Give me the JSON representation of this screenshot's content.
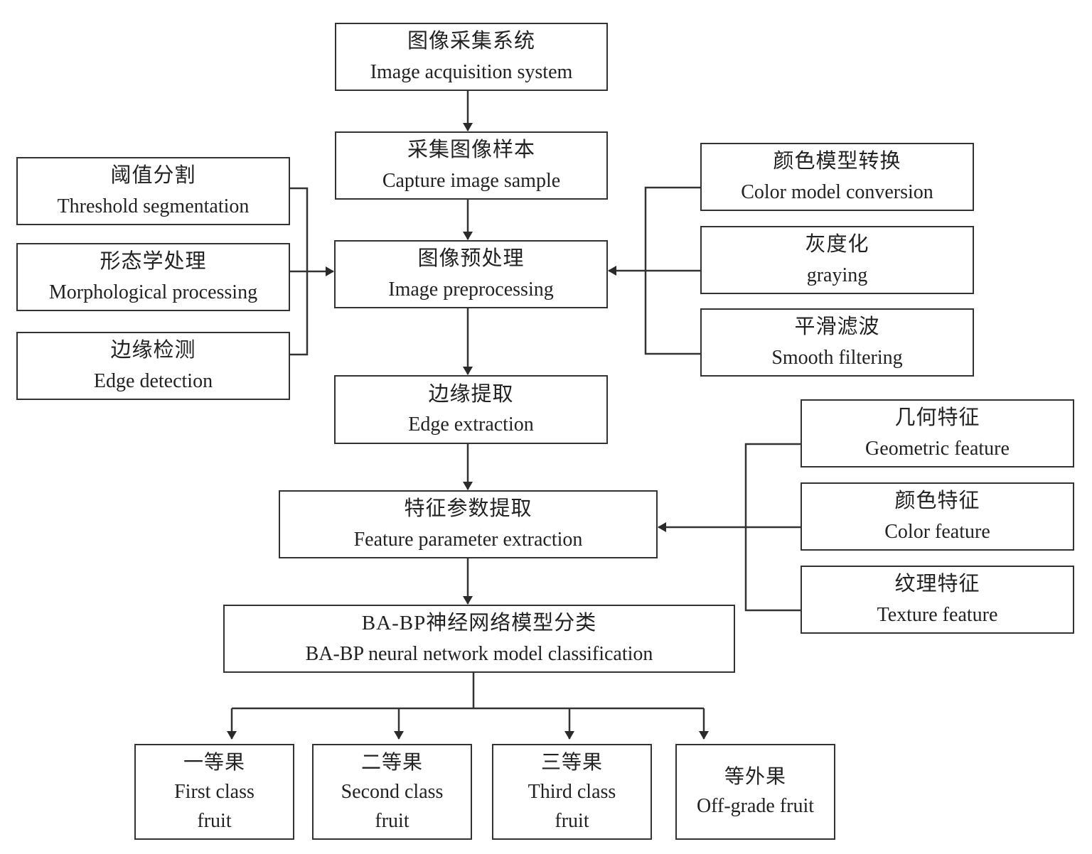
{
  "diagram": {
    "main_flow": [
      {
        "id": "acquisition",
        "zh": "图像采集系统",
        "en": "Image acquisition system"
      },
      {
        "id": "capture",
        "zh": "采集图像样本",
        "en": "Capture image sample"
      },
      {
        "id": "preprocessing",
        "zh": "图像预处理",
        "en": "Image preprocessing"
      },
      {
        "id": "edge_extraction",
        "zh": "边缘提取",
        "en": "Edge extraction"
      },
      {
        "id": "feature_extraction",
        "zh": "特征参数提取",
        "en": "Feature parameter extraction"
      },
      {
        "id": "classification",
        "zh": "BA-BP神经网络模型分类",
        "en": "BA-BP neural network model classification"
      }
    ],
    "left_group": [
      {
        "id": "threshold",
        "zh": "阈值分割",
        "en": "Threshold segmentation"
      },
      {
        "id": "morphology",
        "zh": "形态学处理",
        "en": "Morphological processing"
      },
      {
        "id": "edge_detection",
        "zh": "边缘检测",
        "en": "Edge detection"
      }
    ],
    "right_preprocess_group": [
      {
        "id": "color_model",
        "zh": "颜色模型转换",
        "en": "Color model conversion"
      },
      {
        "id": "graying",
        "zh": "灰度化",
        "en": "graying"
      },
      {
        "id": "smooth",
        "zh": "平滑滤波",
        "en": "Smooth filtering"
      }
    ],
    "right_feature_group": [
      {
        "id": "geometric",
        "zh": "几何特征",
        "en": "Geometric feature"
      },
      {
        "id": "color_feature",
        "zh": "颜色特征",
        "en": "Color feature"
      },
      {
        "id": "texture",
        "zh": "纹理特征",
        "en": "Texture feature"
      }
    ],
    "outputs": [
      {
        "id": "first",
        "zh": "一等果",
        "en": "First class fruit"
      },
      {
        "id": "second",
        "zh": "二等果",
        "en": "Second class fruit"
      },
      {
        "id": "third",
        "zh": "三等果",
        "en": "Third class fruit"
      },
      {
        "id": "offgrade",
        "zh": "等外果",
        "en": "Off-grade fruit"
      }
    ],
    "colors": {
      "stroke": "#333333",
      "text": "#222222",
      "background": "#ffffff"
    }
  }
}
